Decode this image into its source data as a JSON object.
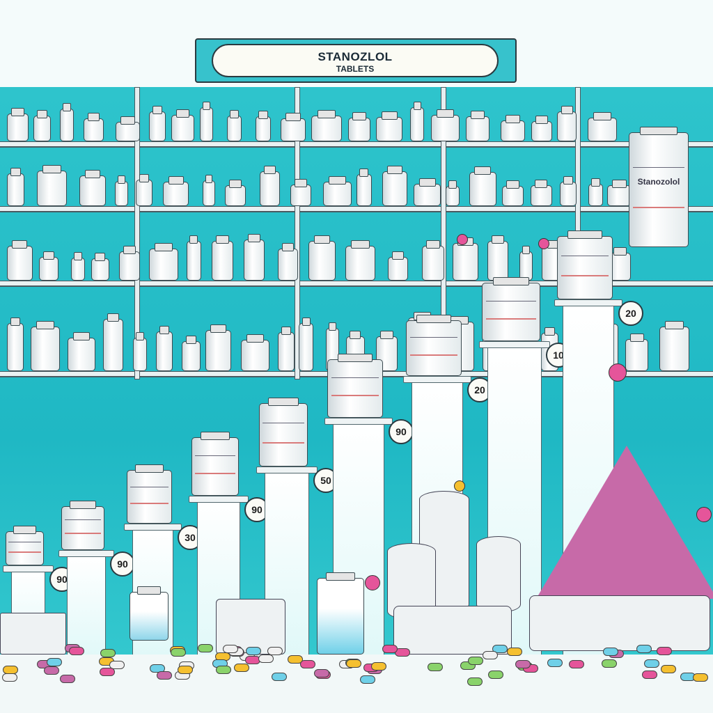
{
  "sign": {
    "title": "STANOZLOL",
    "subtitle": "TABLETS"
  },
  "featured_bottle_label": "Stanozolol",
  "step_badges": [
    "90",
    "90",
    "30",
    "90",
    "50",
    "90",
    "20",
    "10",
    "20"
  ],
  "colors": {
    "wall": "#2ec4cc",
    "sign_frame": "#37c2cc",
    "pill_pink": "#c76aa8",
    "pin_pink": "#e5559a",
    "pin_yellow": "#f5c030"
  }
}
